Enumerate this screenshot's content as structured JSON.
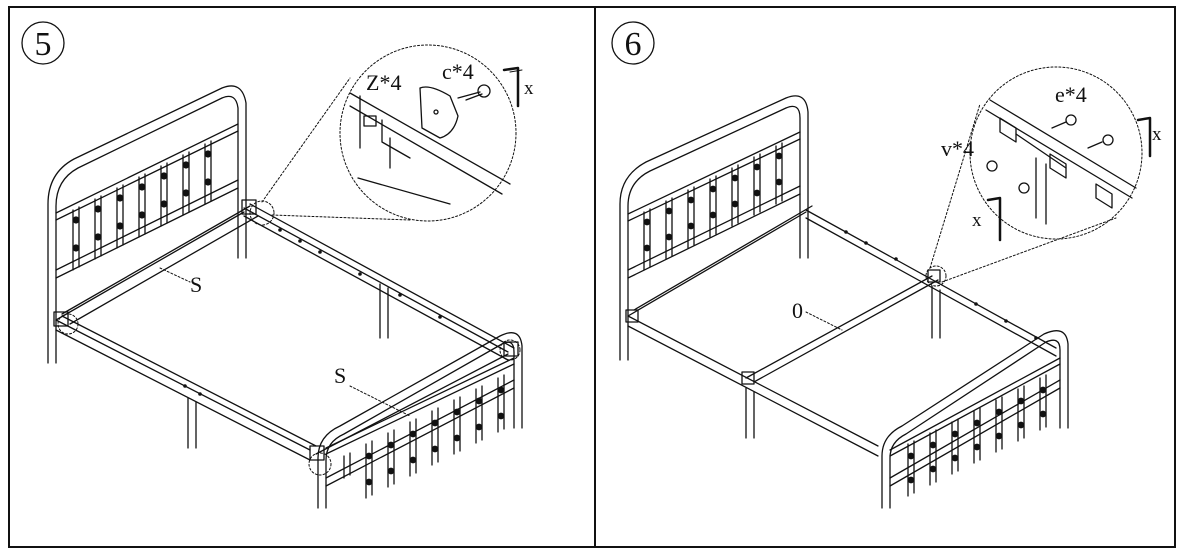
{
  "steps": [
    {
      "number": "5",
      "labels": {
        "rail_left": "S",
        "rail_right": "S",
        "part_z": "Z*4",
        "part_c": "c*4",
        "tool": "x"
      }
    },
    {
      "number": "6",
      "labels": {
        "center_rail": "0",
        "part_e": "e*4",
        "part_v": "v*4",
        "tool_top": "x",
        "tool_bottom": "x"
      }
    }
  ]
}
